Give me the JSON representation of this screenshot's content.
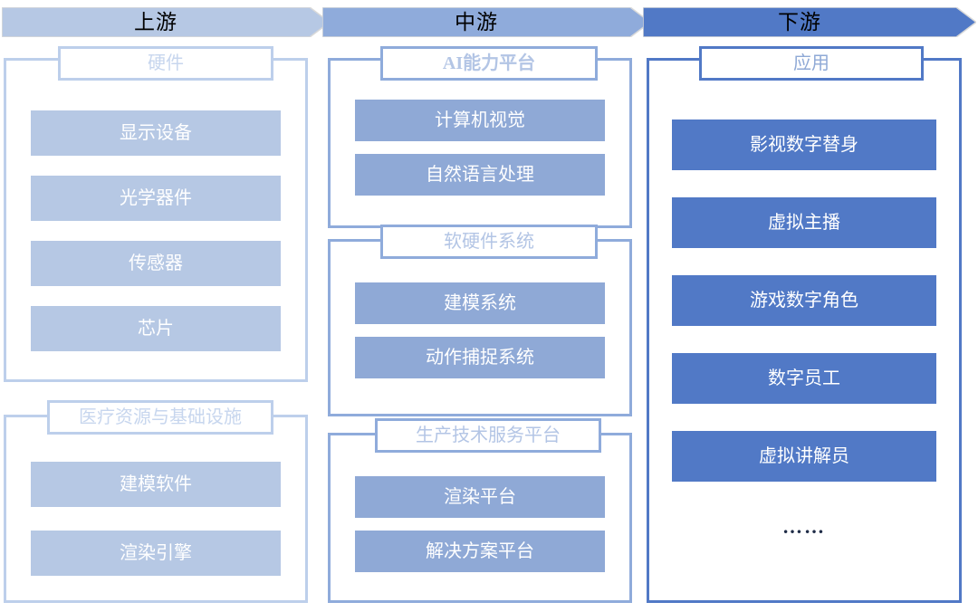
{
  "header": {
    "stages": [
      {
        "label": "上游",
        "color": "#b6c8e4",
        "name": "stage-upstream"
      },
      {
        "label": "中游",
        "color": "#8fabdb",
        "name": "stage-midstream"
      },
      {
        "label": "下游",
        "color": "#5179c6",
        "name": "stage-downstream"
      }
    ]
  },
  "columns": {
    "upstream": {
      "accent": "#b6c8e4",
      "border": "#bdcfeb",
      "groups": [
        {
          "caption": "硬件",
          "items": [
            "显示设备",
            "光学器件",
            "传感器",
            "芯片"
          ]
        },
        {
          "caption": "医疗资源与基础设施",
          "items": [
            "建模软件",
            "渲染引擎"
          ]
        }
      ]
    },
    "midstream": {
      "accent": "#8fa9d6",
      "border": "#8fabdb",
      "groups": [
        {
          "caption": "AI能力平台",
          "items": [
            "计算机视觉",
            "自然语言处理"
          ]
        },
        {
          "caption": "软硬件系统",
          "items": [
            "建模系统",
            "动作捕捉系统"
          ]
        },
        {
          "caption": "生产技术服务平台",
          "items": [
            "渲染平台",
            "解决方案平台"
          ]
        }
      ]
    },
    "downstream": {
      "accent": "#5179c6",
      "border": "#5179c6",
      "groups": [
        {
          "caption": "应用",
          "items": [
            "影视数字替身",
            "虚拟主播",
            "游戏数字角色",
            "数字员工",
            "虚拟讲解员",
            "……"
          ]
        }
      ]
    }
  }
}
